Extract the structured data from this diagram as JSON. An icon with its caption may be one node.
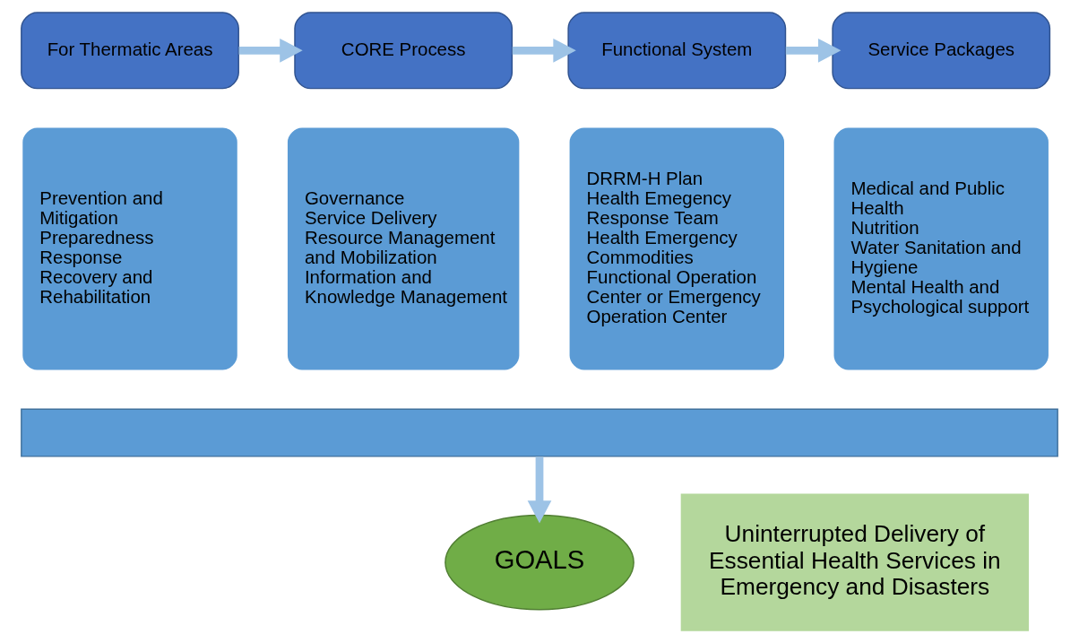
{
  "diagram": {
    "nodes": [
      {
        "text": [
          "For Thermatic Areas"
        ]
      },
      {
        "text": [
          "Prevention and Mitigation",
          "Preparedness",
          "Response",
          "Recovery and Rehabilitation"
        ]
      },
      {
        "text": [
          "CORE Process"
        ]
      },
      {
        "text": [
          "Governance",
          "Service Delivery",
          "Resource Management and Mobilization",
          "Information and Knowledge Management"
        ]
      },
      {
        "text": [
          "Functional System"
        ]
      },
      {
        "text": [
          "DRRM-H Plan",
          "Health Emegency Response Team",
          "Health Emergency Commodities",
          "Functional Operation Center or Emergency Operation Center"
        ]
      },
      {
        "text": [
          "Service Packages"
        ]
      },
      {
        "text": [
          "Medical and Public Health",
          "Nutrition",
          "Water Sanitation and Hygiene",
          "Mental Health and Psychological support"
        ]
      },
      {
        "text": [],
        "shape": "bar"
      },
      {
        "text": [
          "GOALS"
        ]
      },
      {
        "text": [
          "Uninterrupted Delivery of Essential Health Services in Emergency and Disasters"
        ]
      }
    ],
    "edges": [
      {
        "from": 0,
        "to": 2,
        "arrow": "to"
      },
      {
        "from": 2,
        "to": 4,
        "arrow": "to"
      },
      {
        "from": 4,
        "to": 6,
        "arrow": "to"
      },
      {
        "from": 8,
        "to": 9,
        "arrow": "to"
      }
    ]
  }
}
